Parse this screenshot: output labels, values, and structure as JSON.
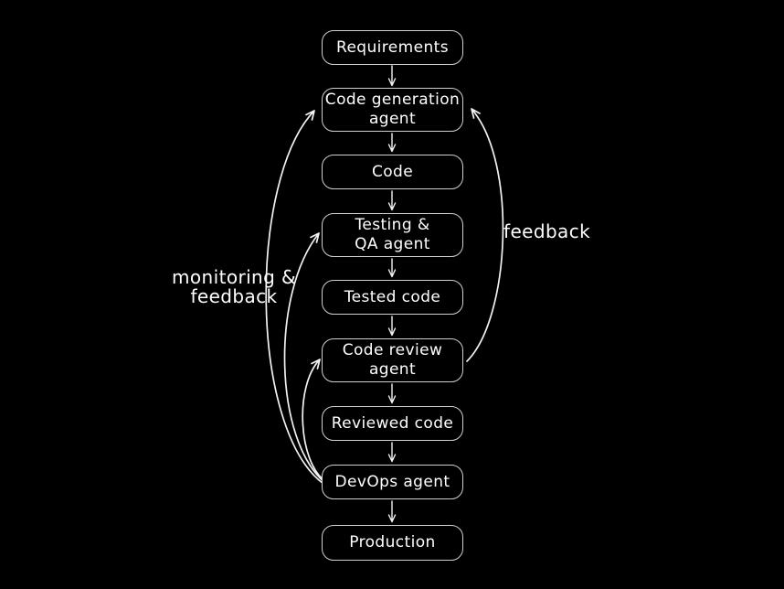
{
  "diagram": {
    "colors": {
      "background": "#000000",
      "node_border": "#cfcfcf",
      "text": "#ffffff",
      "arrow": "#f2f2f2"
    },
    "nodes": [
      {
        "id": "requirements",
        "label": "Requirements"
      },
      {
        "id": "code-generation-agent",
        "label": "Code generation\nagent"
      },
      {
        "id": "code",
        "label": "Code"
      },
      {
        "id": "testing-qa-agent",
        "label": "Testing &\nQA agent"
      },
      {
        "id": "tested-code",
        "label": "Tested code"
      },
      {
        "id": "code-review-agent",
        "label": "Code review\nagent"
      },
      {
        "id": "reviewed-code",
        "label": "Reviewed code"
      },
      {
        "id": "devops-agent",
        "label": "DevOps agent"
      },
      {
        "id": "production",
        "label": "Production"
      }
    ],
    "flow_edges": [
      {
        "from": "requirements",
        "to": "code-generation-agent"
      },
      {
        "from": "code-generation-agent",
        "to": "code"
      },
      {
        "from": "code",
        "to": "testing-qa-agent"
      },
      {
        "from": "testing-qa-agent",
        "to": "tested-code"
      },
      {
        "from": "tested-code",
        "to": "code-review-agent"
      },
      {
        "from": "code-review-agent",
        "to": "reviewed-code"
      },
      {
        "from": "reviewed-code",
        "to": "devops-agent"
      },
      {
        "from": "devops-agent",
        "to": "production"
      }
    ],
    "feedback_edges": [
      {
        "from": "code-review-agent",
        "to": "code-generation-agent",
        "side": "right",
        "label": "feedback"
      },
      {
        "from": "devops-agent",
        "to": "code-generation-agent",
        "side": "left",
        "label": "monitoring & feedback"
      },
      {
        "from": "devops-agent",
        "to": "testing-qa-agent",
        "side": "left",
        "label": "monitoring & feedback"
      },
      {
        "from": "devops-agent",
        "to": "code-review-agent",
        "side": "left",
        "label": "monitoring & feedback"
      }
    ],
    "annotations": [
      {
        "id": "monitoring-feedback",
        "text": "monitoring &\nfeedback"
      },
      {
        "id": "feedback",
        "text": "feedback"
      }
    ]
  }
}
